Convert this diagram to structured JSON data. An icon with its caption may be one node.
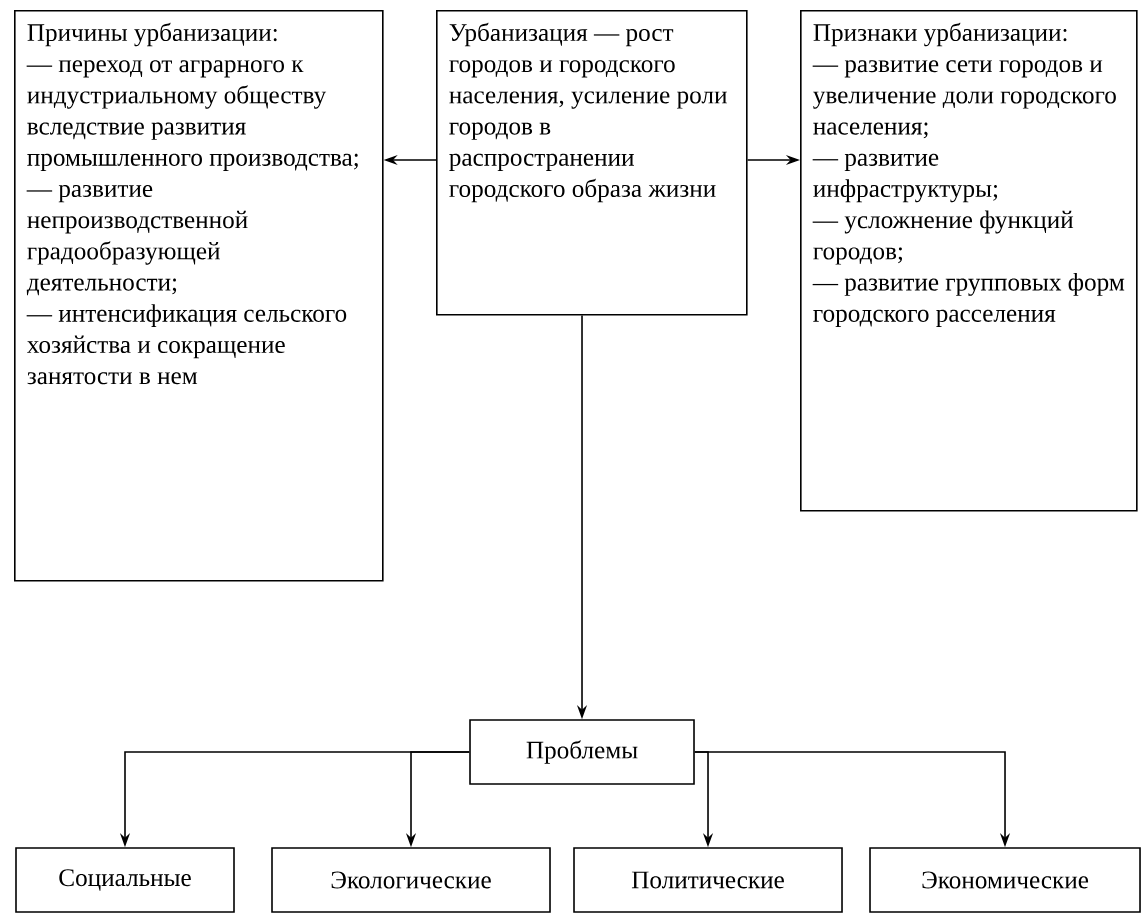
{
  "diagram": {
    "nodes": [
      {
        "text": [
          "Урбанизация — рост городов и городского населения, усиление роли городов в распространении городского образа жизни"
        ]
      },
      {
        "text": [
          "Причины урбанизации:",
          "— переход от аграрного к индустриальному обществу вследствие развития промышленного производства;",
          "— развитие непроизводственной градообразующей деятельности;",
          "— интенсификация сельского хозяйства и сокращение занятости в нем"
        ]
      },
      {
        "text": [
          "Признаки урбанизации:",
          "— развитие сети городов и увеличение доли городского населения;",
          "— развитие инфраструктуры;",
          "— усложнение функций городов;",
          "— развитие групповых форм городского расселения"
        ]
      },
      {
        "text": [
          "Проблемы"
        ]
      },
      {
        "text": [
          "Социальные"
        ]
      },
      {
        "text": [
          "Экологические"
        ]
      },
      {
        "text": [
          "Политические"
        ]
      },
      {
        "text": [
          "Экономические"
        ]
      }
    ],
    "edges": [
      {
        "from": 0,
        "to": 1,
        "arrow": "to"
      },
      {
        "from": 0,
        "to": 2,
        "arrow": "to"
      },
      {
        "from": 0,
        "to": 3,
        "arrow": "to"
      },
      {
        "from": 3,
        "to": 4,
        "arrow": "to"
      },
      {
        "from": 3,
        "to": 5,
        "arrow": "to"
      },
      {
        "from": 3,
        "to": 6,
        "arrow": "to"
      },
      {
        "from": 3,
        "to": 7,
        "arrow": "to"
      }
    ]
  }
}
